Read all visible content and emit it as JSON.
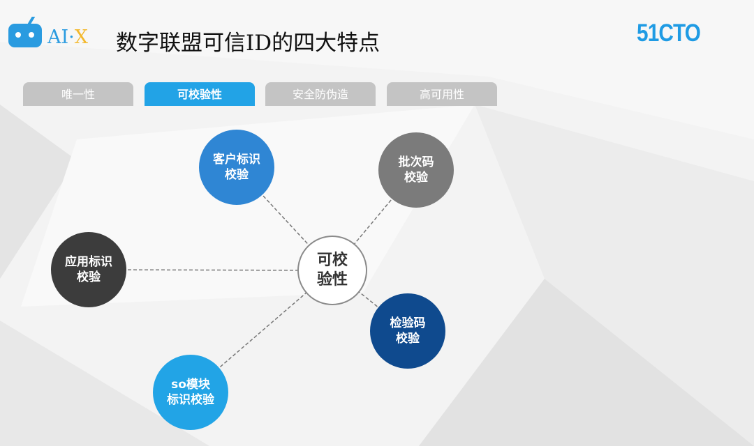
{
  "header": {
    "logo_text_a": "AI·",
    "logo_text_b": "X",
    "title": "数字联盟可信ID的四大特点",
    "brand": "51CTO"
  },
  "tabs": [
    {
      "label": "唯一性"
    },
    {
      "label": "可校验性",
      "active": true
    },
    {
      "label": "安全防伪造"
    },
    {
      "label": "高可用性"
    }
  ],
  "diagram": {
    "center": {
      "line1": "可校",
      "line2": "验性"
    },
    "nodes": [
      {
        "line1": "客户标识",
        "line2": "校验",
        "color": "#2f86d4"
      },
      {
        "line1": "批次码",
        "line2": "校验",
        "color": "#7b7b7b"
      },
      {
        "line1": "应用标识",
        "line2": "校验",
        "color": "#3c3c3c"
      },
      {
        "line1": "检验码",
        "line2": "校验",
        "color": "#0f4a8e"
      },
      {
        "line1": "so模块",
        "line2": "标识校验",
        "color": "#22a4e6"
      }
    ]
  }
}
